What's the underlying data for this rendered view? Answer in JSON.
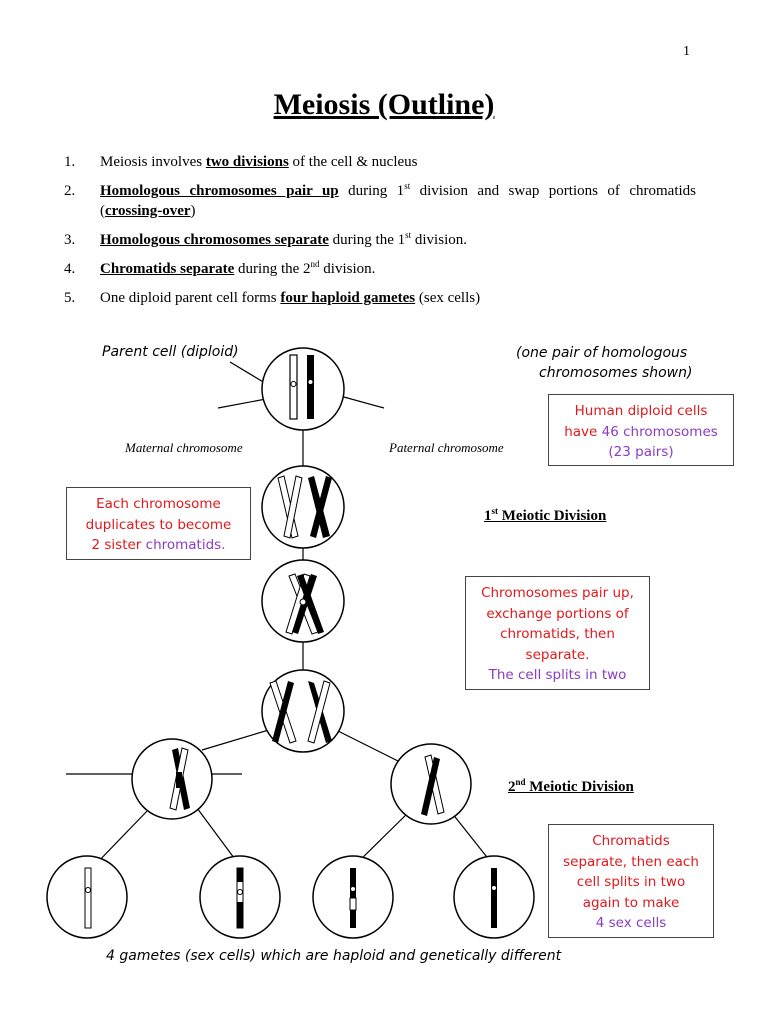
{
  "page_number": "1",
  "title": "Meiosis (Outline)",
  "outline": {
    "i1": {
      "num": "1.",
      "a": "Meiosis involves ",
      "b": "two divisions",
      "c": " of the cell & nucleus"
    },
    "i2": {
      "num": "2.",
      "a": "Homologous chromosomes pair up",
      "b": " during 1",
      "sup": "st",
      "c": " division and swap portions of chromatids (",
      "d": "crossing-over",
      "e": ")"
    },
    "i3": {
      "num": "3.",
      "a": "Homologous chromosomes separate",
      "b": " during the 1",
      "sup": "st",
      "c": " division."
    },
    "i4": {
      "num": "4.",
      "a": "Chromatids separate",
      "b": " during the 2",
      "sup": "nd",
      "c": " division."
    },
    "i5": {
      "num": "5.",
      "a": "One diploid parent cell forms ",
      "b": "four haploid gametes",
      "c": " (sex cells)"
    }
  },
  "diagram": {
    "parent_label": "Parent cell (diploid)",
    "pair_note_line1": "(one pair of homologous",
    "pair_note_line2": "chromosomes shown)",
    "maternal_label": "Maternal chromosome",
    "paternal_label": "Paternal chromosome",
    "first_division": {
      "num": "1",
      "sup": "st",
      "rest": " Meiotic Division"
    },
    "second_division": {
      "num": "2",
      "sup": "nd",
      "rest": " Meiotic Division"
    },
    "gametes_caption": "4 gametes (sex cells) which are haploid and genetically different"
  },
  "notes": {
    "human": {
      "l1": "Human diploid cells",
      "l2a": "have ",
      "l2b": "46 chromosomes",
      "l3": "(23 pairs)"
    },
    "duplicate": {
      "l1": "Each chromosome",
      "l2": "duplicates to become",
      "l3a": "2 sister ",
      "l3b": "chromatids."
    },
    "pairup": {
      "l1": "Chromosomes pair up,",
      "l2": "exchange portions of",
      "l3": "chromatids, then",
      "l4": "separate.",
      "l5": "The cell splits in two"
    },
    "chromatids": {
      "l1": "Chromatids",
      "l2": "separate, then each",
      "l3": "cell splits in two",
      "l4": "again to make",
      "l5": "4 sex cells"
    }
  },
  "colors": {
    "note_red": "#e0191c",
    "note_purple": "#8a3cc2"
  }
}
